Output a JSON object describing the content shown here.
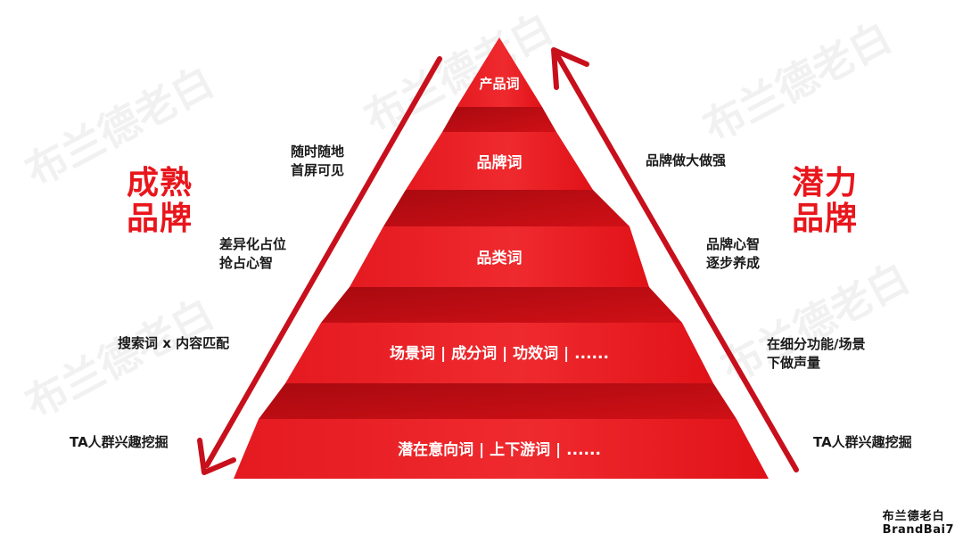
{
  "watermark": {
    "text": "布兰德老白"
  },
  "tiers": [
    {
      "label": "产品词"
    },
    {
      "label": "品牌词"
    },
    {
      "label": "品类词"
    },
    {
      "label": "场景词 | 成分词 | 功效词 | ......"
    },
    {
      "label": "潜在意向词 | 上下游词 | ......"
    }
  ],
  "left_title": "成熟\n品牌",
  "right_title": "潜力\n品牌",
  "left_notes": [
    "随时随地\n首屏可见",
    "差异化占位\n抢占心智",
    "搜索词 x 内容匹配",
    "TA人群兴趣挖掘"
  ],
  "right_notes": [
    "品牌做大做强",
    "品牌心智\n逐步养成",
    "在细分功能/场景\n下做声量",
    "TA人群兴趣挖掘"
  ],
  "logo": {
    "line1": "布兰德老白",
    "line2": "BrandBai7"
  },
  "colors": {
    "primary_red": "#e8161c",
    "dark_red": "#b50d14",
    "arrow_red": "#c8101c"
  },
  "icons": {
    "left_arrow": "arrow-down-left-icon",
    "right_arrow": "arrow-up-right-icon"
  }
}
